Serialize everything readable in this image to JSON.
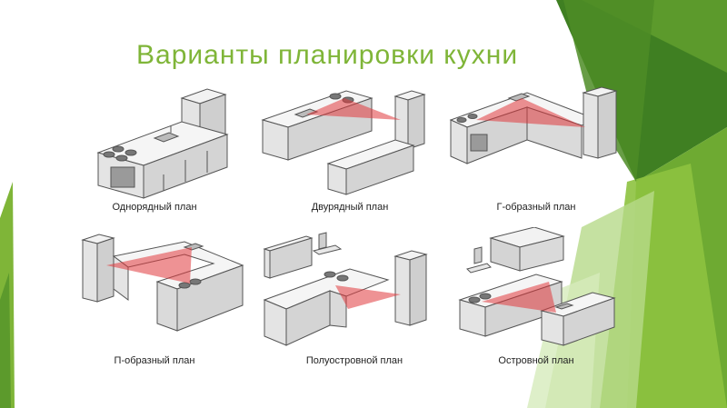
{
  "slide": {
    "title": "Варианты планировки кухни",
    "accent_color": "#7fb538",
    "triangle_color": "#e0383c"
  },
  "plans": [
    {
      "id": "single-row",
      "caption": "Однорядный план"
    },
    {
      "id": "double-row",
      "caption": "Двурядный план"
    },
    {
      "id": "l-shaped",
      "caption": "Г-образный план"
    },
    {
      "id": "u-shaped",
      "caption": "П-образный план"
    },
    {
      "id": "peninsula",
      "caption": "Полуостровной план"
    },
    {
      "id": "island",
      "caption": "Островной план"
    }
  ]
}
